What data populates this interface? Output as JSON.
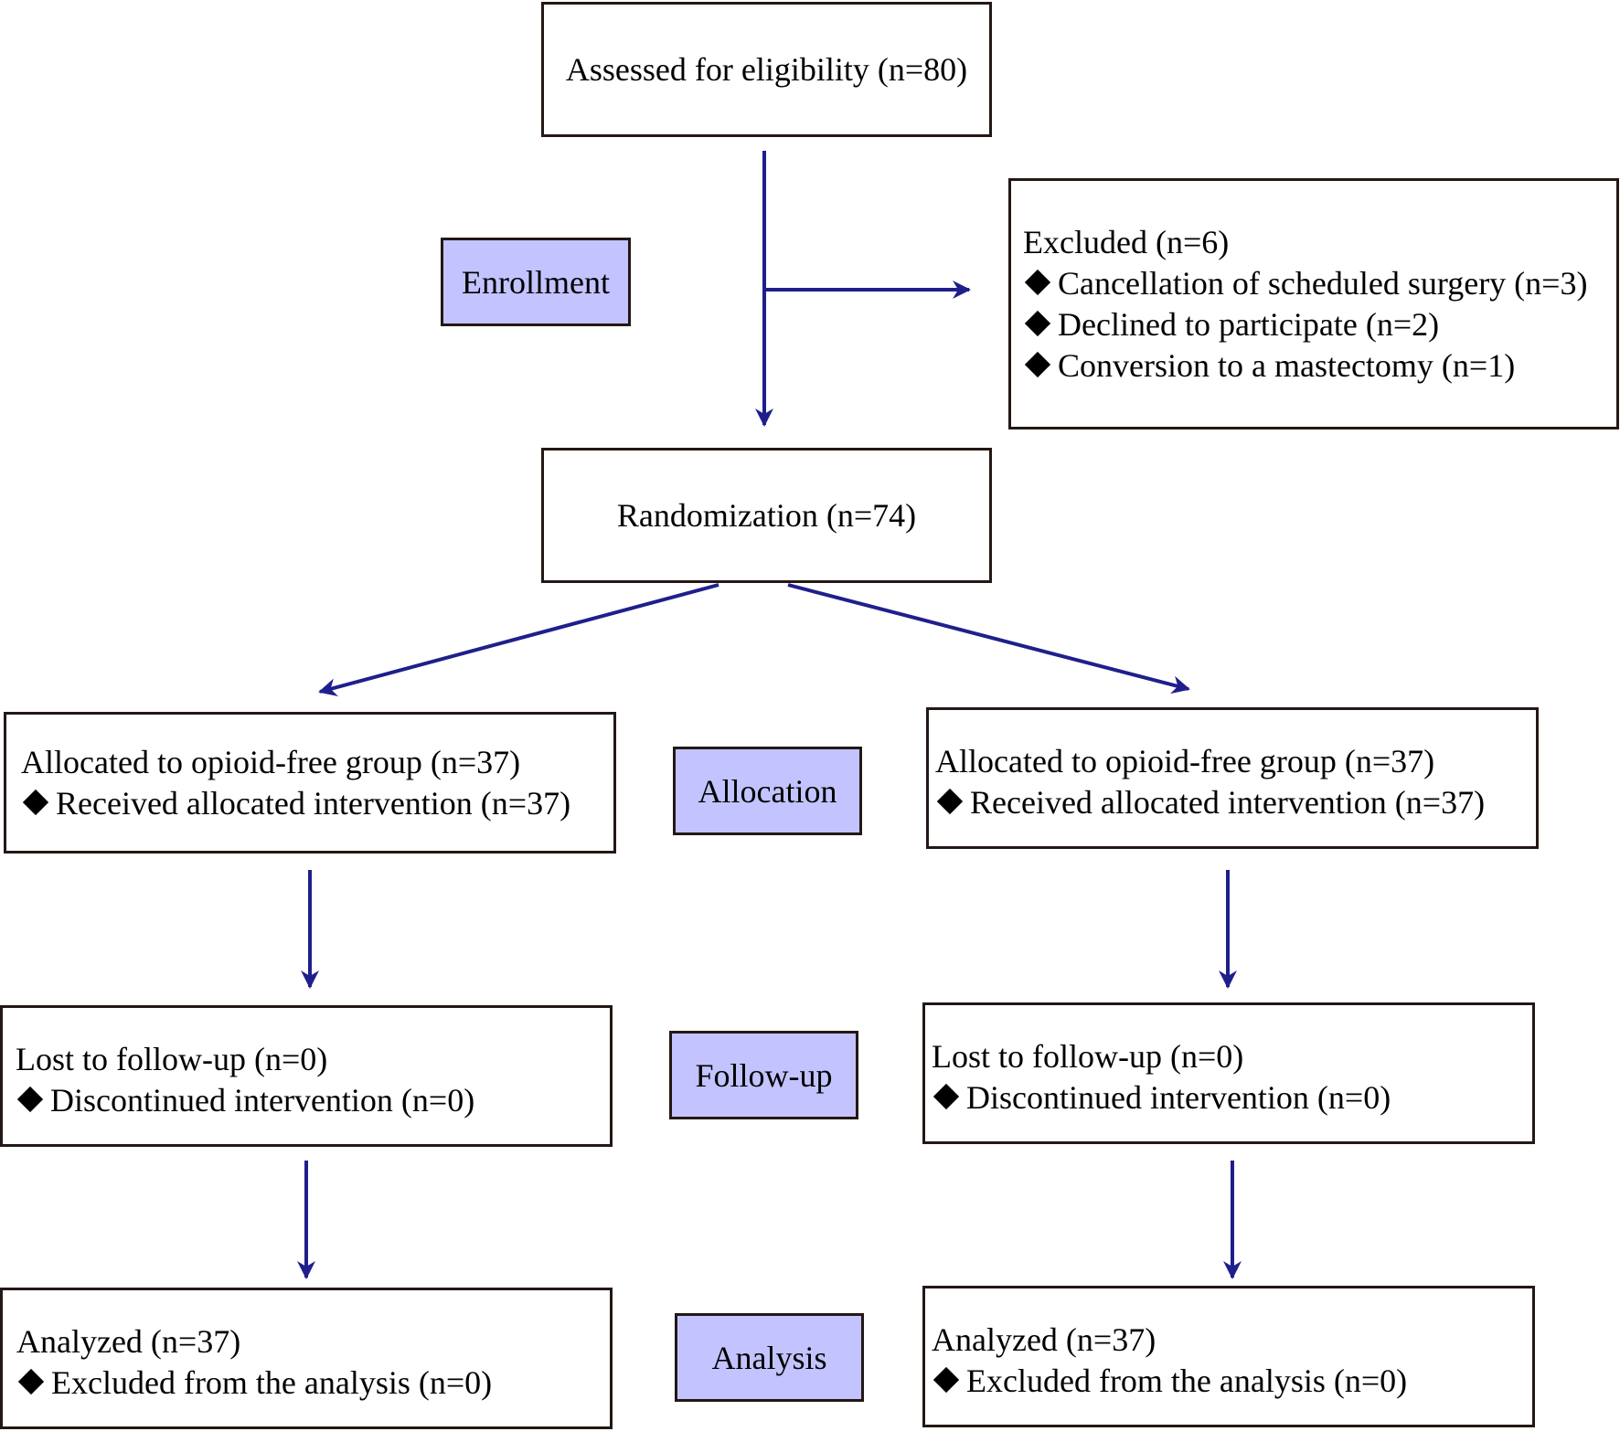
{
  "stages": {
    "enrollment": "Enrollment",
    "allocation": "Allocation",
    "followup": "Follow-up",
    "analysis": "Analysis"
  },
  "assessed": "Assessed for eligibility (n=80)",
  "excluded": {
    "title": "Excluded (n=6)",
    "items": [
      "Cancellation of scheduled surgery (n=3)",
      "Declined to participate (n=2)",
      "Conversion to a mastectomy (n=1)"
    ]
  },
  "randomization": "Randomization (n=74)",
  "left": {
    "allocation": {
      "title": "Allocated to opioid-free group (n=37)",
      "item": "Received allocated intervention (n=37)"
    },
    "followup": {
      "title": "Lost to follow-up (n=0)",
      "item": "Discontinued intervention (n=0)"
    },
    "analysis": {
      "title": "Analyzed (n=37)",
      "item": "Excluded from the analysis (n=0)"
    }
  },
  "right": {
    "allocation": {
      "title": "Allocated to opioid-free group (n=37)",
      "item": "Received allocated intervention (n=37)"
    },
    "followup": {
      "title": "Lost to follow-up (n=0)",
      "item": "Discontinued intervention (n=0)"
    },
    "analysis": {
      "title": "Analyzed (n=37)",
      "item": "Excluded from the analysis (n=0)"
    }
  },
  "colors": {
    "arrow": "#1f1f8c",
    "stage_fill": "#c3c3ff",
    "border": "#231815"
  }
}
